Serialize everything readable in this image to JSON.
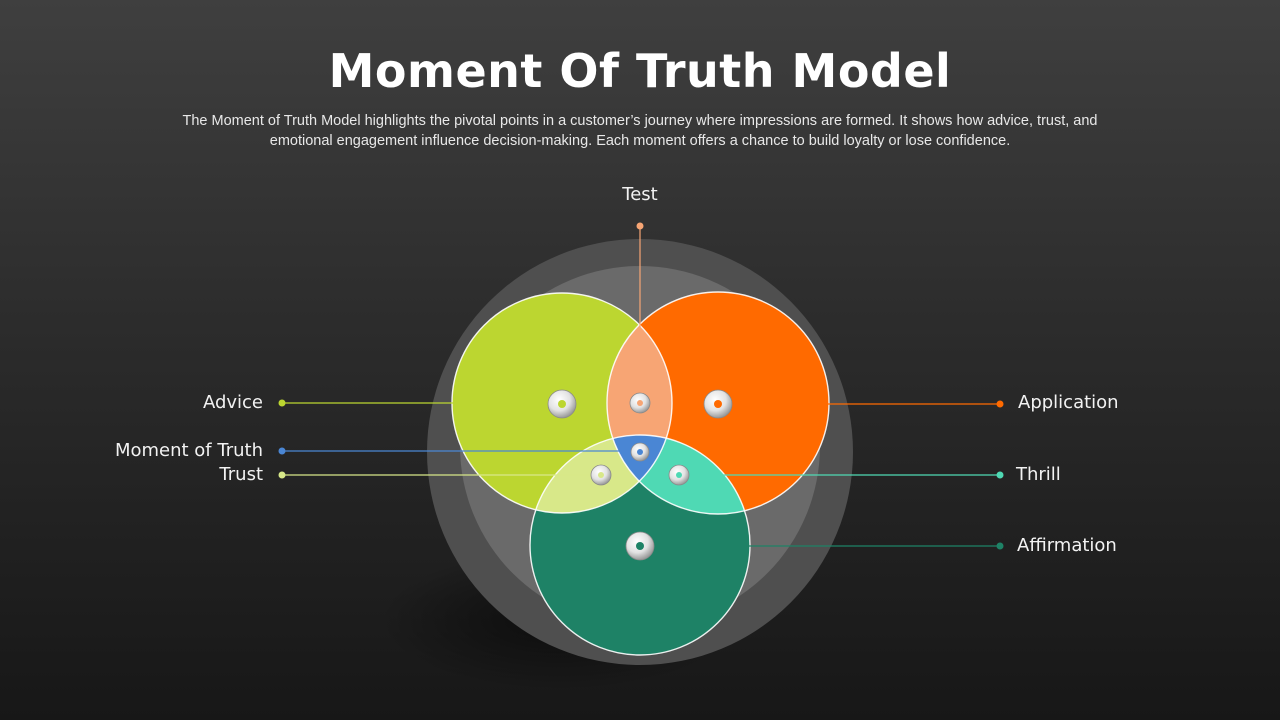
{
  "title": "Moment Of Truth Model",
  "description": "The Moment of Truth Model highlights the pivotal points in a customer’s journey where impressions are formed. It shows how advice, trust, and emotional engagement influence decision-making. Each moment offers a chance to build loyalty or lose confidence.",
  "labels": {
    "test": "Test",
    "advice": "Advice",
    "moment_of_truth": "Moment of Truth",
    "trust": "Trust",
    "application": "Application",
    "thrill": "Thrill",
    "affirmation": "Affirmation"
  },
  "colors": {
    "advice": "#bcd630",
    "application": "#ff6a00",
    "affirmation": "#1e8266",
    "test": "#f7a574",
    "trust": "#d8e889",
    "thrill": "#4fd9b4",
    "moment_of_truth": "#4a86d4"
  }
}
